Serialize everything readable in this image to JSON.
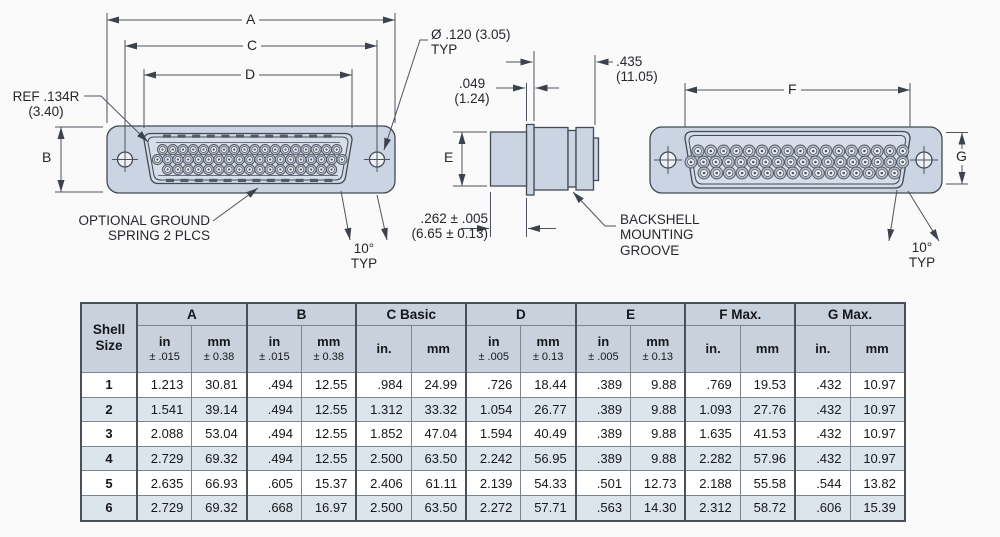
{
  "drawing": {
    "labels": {
      "dim_a": "A",
      "dim_b": "B",
      "dim_c": "C",
      "dim_d": "D",
      "dim_e": "E",
      "dim_f": "F",
      "dim_g": "G",
      "ref_radius_line1": "REF .134R",
      "ref_radius_line2": "(3.40)",
      "hole_dia_line1": "Ø .120 (3.05)",
      "hole_dia_line2": "TYP",
      "flange_thickness_line1": ".049",
      "flange_thickness_line2": "(1.24)",
      "backshell_len_line1": ".435",
      "backshell_len_line2": "(11.05)",
      "mating_depth_line1": ".262 ± .005",
      "mating_depth_line2": "(6.65 ± 0.13)",
      "ground_spring_line1": "OPTIONAL GROUND",
      "ground_spring_line2": "SPRING 2 PLCS",
      "backshell_groove_line1": "BACKSHELL",
      "backshell_groove_line2": "MOUNTING",
      "backshell_groove_line3": "GROOVE",
      "angle_left_line1": "10°",
      "angle_left_line2": "TYP",
      "angle_right_line1": "10°",
      "angle_right_line2": "TYP"
    }
  },
  "table": {
    "shell_header_line1": "Shell",
    "shell_header_line2": "Size",
    "groups": [
      {
        "label": "A",
        "sub": [
          [
            "in",
            "± .015"
          ],
          [
            "mm",
            "± 0.38"
          ]
        ]
      },
      {
        "label": "B",
        "sub": [
          [
            "in",
            "± .015"
          ],
          [
            "mm",
            "± 0.38"
          ]
        ]
      },
      {
        "label": "C Basic",
        "sub": [
          [
            "in.",
            ""
          ],
          [
            "mm",
            ""
          ]
        ]
      },
      {
        "label": "D",
        "sub": [
          [
            "in",
            "± .005"
          ],
          [
            "mm",
            "± 0.13"
          ]
        ]
      },
      {
        "label": "E",
        "sub": [
          [
            "in",
            "± .005"
          ],
          [
            "mm",
            "± 0.13"
          ]
        ]
      },
      {
        "label": "F Max.",
        "sub": [
          [
            "in.",
            ""
          ],
          [
            "mm",
            ""
          ]
        ]
      },
      {
        "label": "G Max.",
        "sub": [
          [
            "in.",
            ""
          ],
          [
            "mm",
            ""
          ]
        ]
      }
    ],
    "rows": [
      {
        "shell": "1",
        "values": [
          "1.213",
          "30.81",
          ".494",
          "12.55",
          ".984",
          "24.99",
          ".726",
          "18.44",
          ".389",
          "9.88",
          ".769",
          "19.53",
          ".432",
          "10.97"
        ]
      },
      {
        "shell": "2",
        "values": [
          "1.541",
          "39.14",
          ".494",
          "12.55",
          "1.312",
          "33.32",
          "1.054",
          "26.77",
          ".389",
          "9.88",
          "1.093",
          "27.76",
          ".432",
          "10.97"
        ]
      },
      {
        "shell": "3",
        "values": [
          "2.088",
          "53.04",
          ".494",
          "12.55",
          "1.852",
          "47.04",
          "1.594",
          "40.49",
          ".389",
          "9.88",
          "1.635",
          "41.53",
          ".432",
          "10.97"
        ]
      },
      {
        "shell": "4",
        "values": [
          "2.729",
          "69.32",
          ".494",
          "12.55",
          "2.500",
          "63.50",
          "2.242",
          "56.95",
          ".389",
          "9.88",
          "2.282",
          "57.96",
          ".432",
          "10.97"
        ]
      },
      {
        "shell": "5",
        "values": [
          "2.635",
          "66.93",
          ".605",
          "15.37",
          "2.406",
          "61.11",
          "2.139",
          "54.33",
          ".501",
          "12.73",
          "2.188",
          "55.58",
          ".544",
          "13.82"
        ]
      },
      {
        "shell": "6",
        "values": [
          "2.729",
          "69.32",
          ".668",
          "16.97",
          "2.500",
          "63.50",
          "2.272",
          "57.71",
          ".563",
          "14.30",
          "2.312",
          "58.72",
          ".606",
          "15.39"
        ]
      }
    ]
  },
  "colors": {
    "shell_fill": "#cbd4e2",
    "insert_fill": "#d4dbe7",
    "line": "#434a56",
    "dim_line": "#4d535e",
    "table_header_bg": "#c9d2dc",
    "table_stripe_bg": "#dce4ec",
    "page_bg": "#fafafa"
  }
}
